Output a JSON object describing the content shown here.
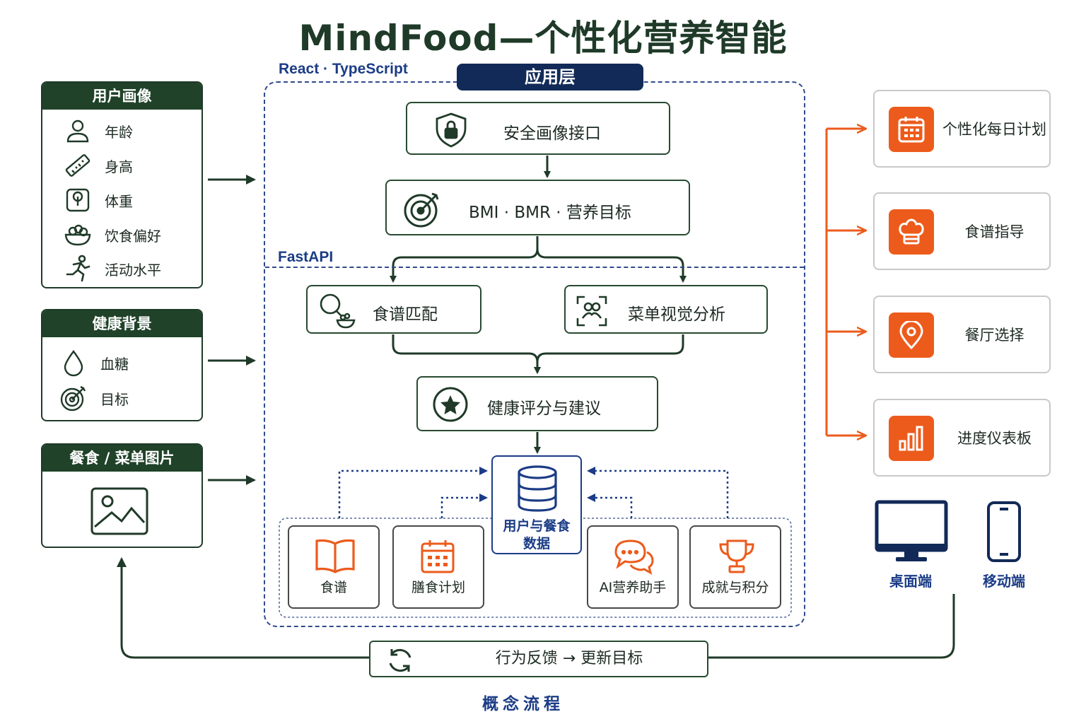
{
  "title": "MindFood — 个性化营养智能",
  "title_parts": {
    "brand": "MindFood",
    "dash": "—",
    "subtitle": "个性化营养智能"
  },
  "colors": {
    "dark_green": "#1f3a28",
    "navy": "#122a57",
    "blue": "#1b3c86",
    "orange": "#ec5b1c"
  },
  "stack": {
    "frontend": "React · TypeScript",
    "backend": "FastAPI",
    "layer_badge": "应用层"
  },
  "inputs": {
    "profile": {
      "title": "用户画像",
      "items": [
        {
          "icon": "user-icon",
          "label": "年龄"
        },
        {
          "icon": "ruler-icon",
          "label": "身高"
        },
        {
          "icon": "scale-icon",
          "label": "体重"
        },
        {
          "icon": "food-bowl-icon",
          "label": "饮食偏好"
        },
        {
          "icon": "running-icon",
          "label": "活动水平"
        }
      ]
    },
    "health": {
      "title": "健康背景",
      "items": [
        {
          "icon": "drop-icon",
          "label": "血糖"
        },
        {
          "icon": "target-icon",
          "label": "目标"
        }
      ]
    },
    "images": {
      "title": "餐食 / 菜单图片",
      "icon": "image-icon"
    }
  },
  "pipeline": {
    "secure_api": {
      "icon": "shield-lock-icon",
      "label": "安全画像接口"
    },
    "metrics": {
      "icon": "target-icon",
      "label": "BMI · BMR · 营养目标"
    },
    "recipe_match": {
      "icon": "search-food-icon",
      "label": "食谱匹配"
    },
    "menu_vision": {
      "icon": "scan-icon",
      "label": "菜单视觉分析"
    },
    "health_score": {
      "icon": "star-icon",
      "label": "健康评分与建议"
    },
    "database": {
      "icon": "database-icon",
      "label_line1": "用户与餐食",
      "label_line2": "数据"
    }
  },
  "modules": [
    {
      "icon": "book-icon",
      "label": "食谱"
    },
    {
      "icon": "calendar-icon",
      "label": "膳食计划"
    },
    {
      "icon": "chat-icon",
      "label": "AI营养助手"
    },
    {
      "icon": "trophy-icon",
      "label": "成就与积分"
    }
  ],
  "outputs": [
    {
      "icon": "calendar-icon",
      "label": "个性化每日计划"
    },
    {
      "icon": "chef-hat-icon",
      "label": "食谱指导"
    },
    {
      "icon": "location-pin-icon",
      "label": "餐厅选择"
    },
    {
      "icon": "bar-chart-icon",
      "label": "进度仪表板"
    }
  ],
  "devices": [
    {
      "icon": "monitor-icon",
      "label": "桌面端"
    },
    {
      "icon": "phone-icon",
      "label": "移动端"
    }
  ],
  "feedback": {
    "icon": "refresh-icon",
    "label": "行为反馈 → 更新目标"
  },
  "caption": "概念流程"
}
